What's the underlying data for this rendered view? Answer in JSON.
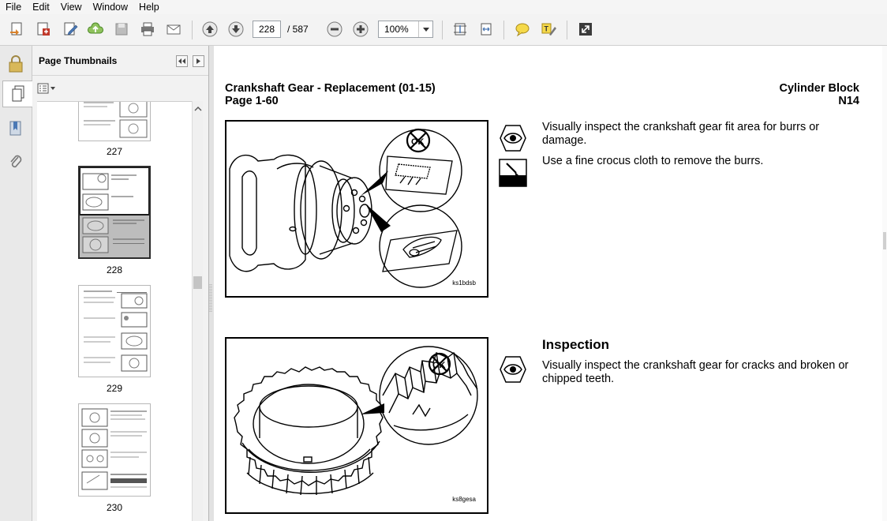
{
  "menu": [
    "File",
    "Edit",
    "View",
    "Window",
    "Help"
  ],
  "toolbar": {
    "current_page": "228",
    "page_total": "/  587",
    "zoom": "100%"
  },
  "thumbnails_panel": {
    "title": "Page Thumbnails",
    "pages": [
      {
        "label": "227"
      },
      {
        "label": "228"
      },
      {
        "label": "229"
      },
      {
        "label": "230"
      }
    ]
  },
  "page": {
    "header_left_line1": "Crankshaft Gear - Replacement (01-15)",
    "header_left_line2": "Page 1-60",
    "header_right_line1": "Cylinder Block",
    "header_right_line2": "N14",
    "figure1_code": "ks1bdsb",
    "figure2_code": "ks8gesa",
    "step1_text": "Visually inspect the crankshaft gear fit area for burrs or damage.",
    "step2_text": "Use a fine crocus cloth to remove the burrs.",
    "inspection_heading": "Inspection",
    "step3_text": "Visually inspect the crankshaft gear for cracks and broken or chipped teeth."
  }
}
